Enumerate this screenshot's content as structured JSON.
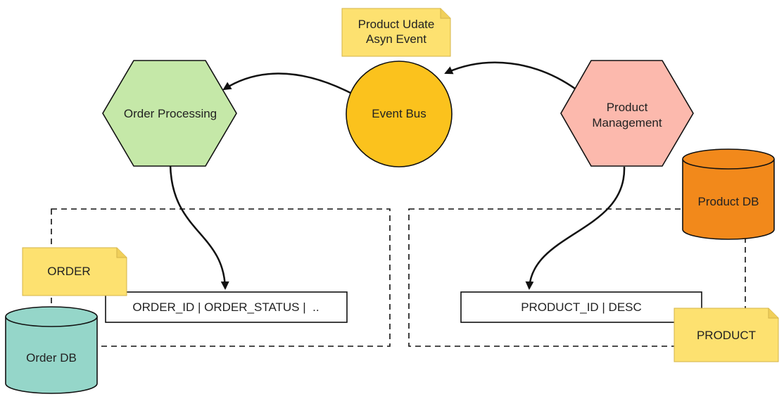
{
  "colors": {
    "order_processing_fill": "#c5e8a8",
    "event_bus_fill": "#fbc21d",
    "product_mgmt_fill": "#fcb9ad",
    "product_db_fill": "#f2891b",
    "order_db_fill": "#95d6c9",
    "note_fill": "#fde170",
    "stroke": "#111111"
  },
  "nodes": {
    "order_processing": "Order Processing",
    "event_bus": "Event Bus",
    "product_management": [
      "Product",
      "Management"
    ],
    "product_db": "Product DB",
    "order_db": "Order DB"
  },
  "notes": {
    "event_note": [
      "Product Udate",
      "Asyn Event"
    ],
    "order_note": "ORDER",
    "product_note": "PRODUCT"
  },
  "tables": {
    "order_table": "ORDER_ID | ORDER_STATUS |  ..",
    "product_table": "PRODUCT_ID | DESC"
  }
}
